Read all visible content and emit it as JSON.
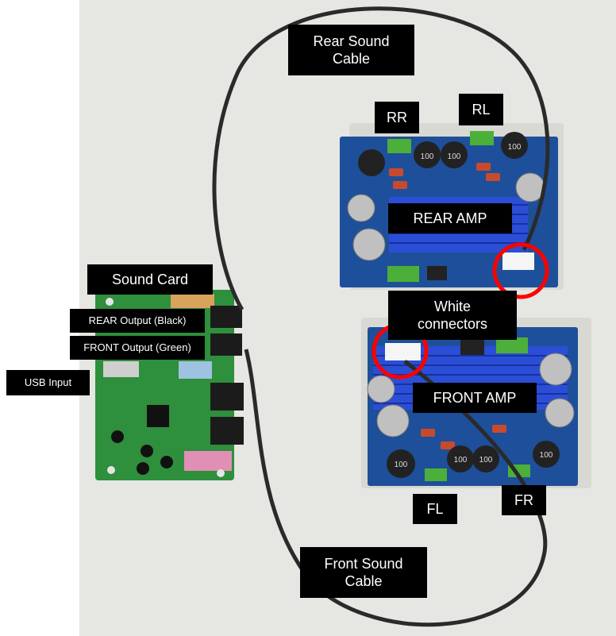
{
  "labels": {
    "rear_sound_cable": "Rear Sound Cable",
    "rr": "RR",
    "rl": "RL",
    "rear_amp": "REAR AMP",
    "sound_card": "Sound Card",
    "rear_output": "REAR Output (Black)",
    "front_output": "FRONT Output (Green)",
    "usb_input": "USB Input",
    "white_connectors": "White connectors",
    "front_amp": "FRONT AMP",
    "fl": "FL",
    "fr": "FR",
    "front_sound_cable": "Front Sound Cable",
    "pcb_marking": "100"
  },
  "colors": {
    "background_wall": "#e6e6e3",
    "amp_pcb_blue": "#1e4f9a",
    "sound_card_green": "#2e8f3c",
    "heatsink_blue": "#2a4fd6",
    "cable_dark": "#2a2a2a",
    "highlight_circle": "#ff0000",
    "label_bg": "#000000",
    "label_text": "#ffffff"
  }
}
